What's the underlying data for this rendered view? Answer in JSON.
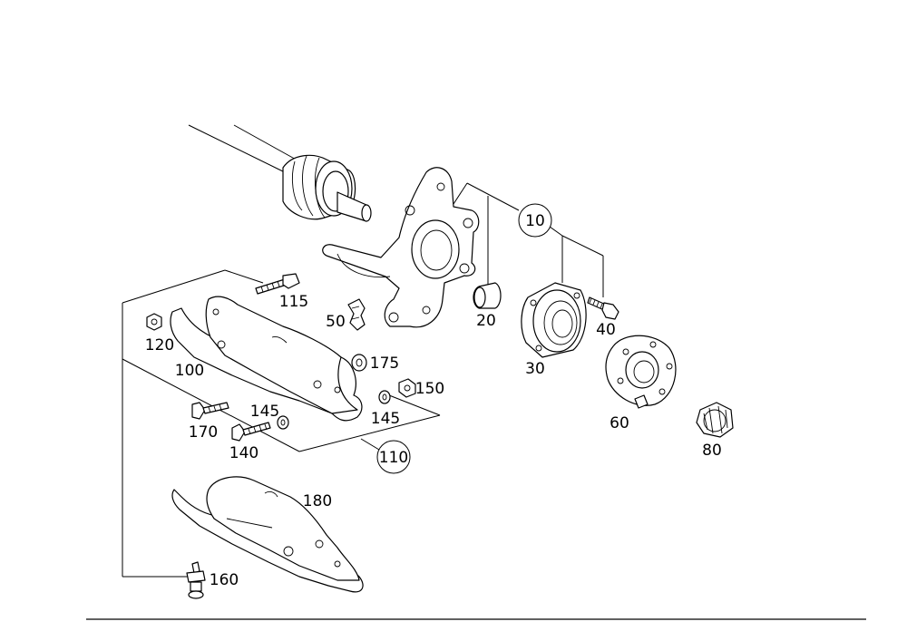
{
  "labels": {
    "p10": "10",
    "p20": "20",
    "p30": "30",
    "p40": "40",
    "p50": "50",
    "p60": "60",
    "p80": "80",
    "p100": "100",
    "p110": "110",
    "p115": "115",
    "p120": "120",
    "p140": "140",
    "p145a": "145",
    "p145b": "145",
    "p150": "150",
    "p160": "160",
    "p170": "170",
    "p175": "175",
    "p180": "180"
  }
}
